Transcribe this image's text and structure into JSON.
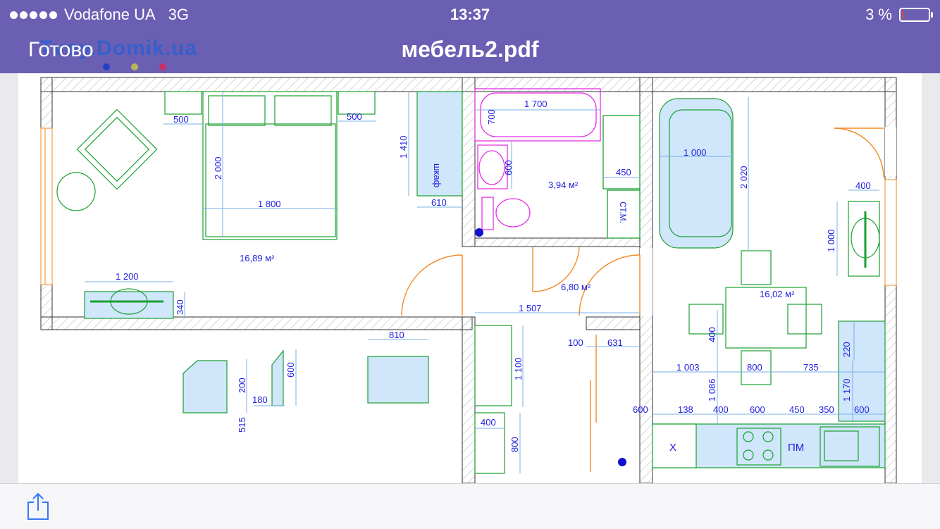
{
  "status": {
    "carrier": "Vodafone UA",
    "network": "3G",
    "time": "13:37",
    "battery": "3 %",
    "battery_level": 0.03
  },
  "nav": {
    "done_label": "Готово",
    "title": "мебель2.pdf",
    "watermark": "Tvoy.Domik.ua"
  },
  "plan": {
    "areas": {
      "bedroom": "16,89 м²",
      "bathroom": "3,94 м²",
      "hall": "6,80 м²",
      "kitchen": "16,02 м²"
    },
    "labels": {
      "wardrobe": "шкаф",
      "stm": "СТ.М.",
      "pm": "ПМ",
      "x": "Х"
    },
    "dims": {
      "d500a": "500",
      "d500b": "500",
      "d1410": "1 410",
      "d2000": "2 000",
      "d1800": "1 800",
      "d610": "610",
      "d1200": "1 200",
      "d340": "340",
      "d1700": "1 700",
      "d700": "700",
      "d600b": "600",
      "d450": "450",
      "d1000a": "1 000",
      "d2020": "2 020",
      "d400a": "400",
      "d1000b": "1 000",
      "d1507": "1 507",
      "d100": "100",
      "d631": "631",
      "d1100": "1 100",
      "d400b": "400",
      "d800a": "800",
      "d400c": "400",
      "d1003": "1 003",
      "d800b": "800",
      "d735": "735",
      "d220": "220",
      "d1086": "1 086",
      "d1170": "1 170",
      "d600c": "600",
      "d138": "138",
      "d400d": "400",
      "d600d": "600",
      "d450b": "450",
      "d350": "350",
      "d600e": "600",
      "d810": "810",
      "d200": "200",
      "d180": "180",
      "d600f": "600",
      "d515": "515"
    }
  },
  "colors": {
    "bar": "#6a5fb3",
    "wall_hatch": "#bdbdbd",
    "furniture": "#1aa030",
    "fill": "#cfe6fb",
    "dimension": "#3a3aff",
    "door": "#f08a25",
    "plumbing": "#e62ee6"
  }
}
